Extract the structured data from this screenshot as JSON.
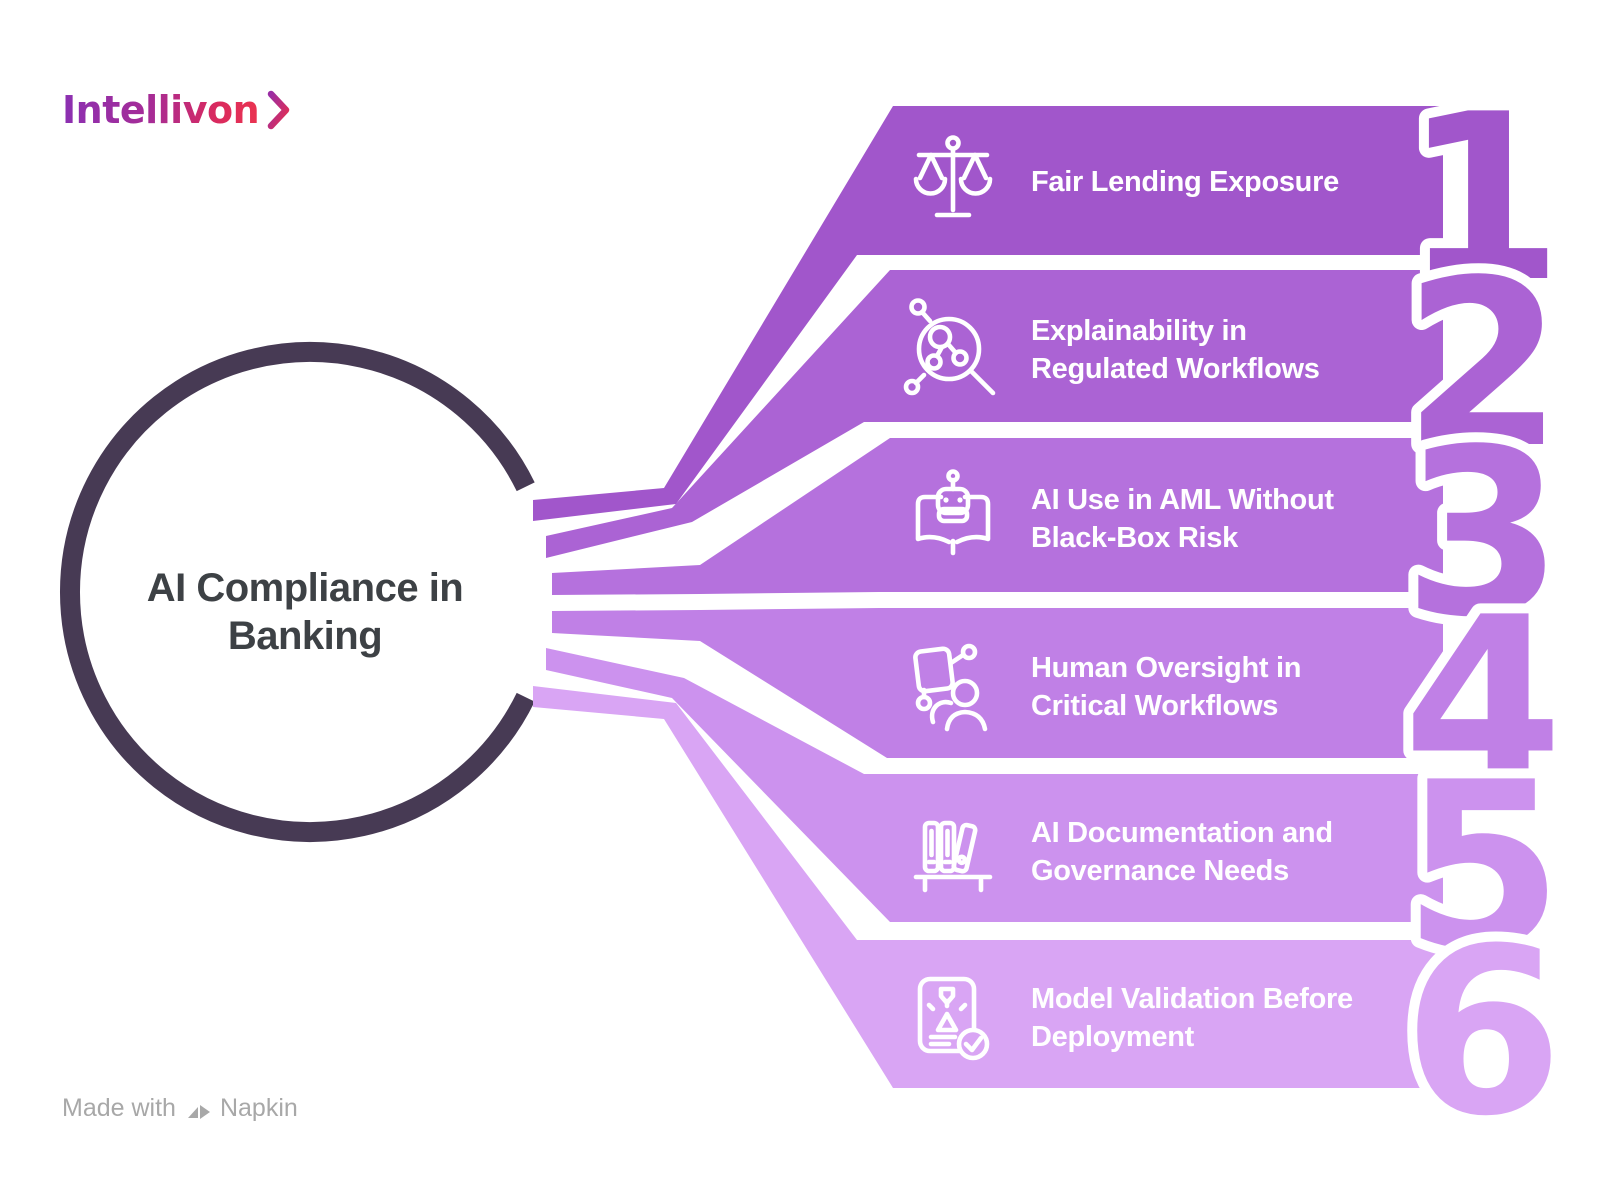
{
  "logo": {
    "text": "Intellivon"
  },
  "center": {
    "title_line1": "AI Compliance in",
    "title_line2": "Banking"
  },
  "items": [
    {
      "number": "1",
      "label_line1": "Fair Lending Exposure",
      "label_line2": "",
      "icon": "balance-scale-icon",
      "color": "#a156cb"
    },
    {
      "number": "2",
      "label_line1": "Explainability in",
      "label_line2": "Regulated Workflows",
      "icon": "magnifier-network-icon",
      "color": "#ab63d4"
    },
    {
      "number": "3",
      "label_line1": "AI Use in AML Without",
      "label_line2": "Black-Box Risk",
      "icon": "robot-book-icon",
      "color": "#b571dd"
    },
    {
      "number": "4",
      "label_line1": "Human Oversight in",
      "label_line2": "Critical Workflows",
      "icon": "human-oversight-icon",
      "color": "#c080e6"
    },
    {
      "number": "5",
      "label_line1": "AI Documentation and",
      "label_line2": "Governance Needs",
      "icon": "bookshelf-icon",
      "color": "#cc92ee"
    },
    {
      "number": "6",
      "label_line1": "Model Validation Before",
      "label_line2": "Deployment",
      "icon": "document-check-icon",
      "color": "#d9a5f4"
    }
  ],
  "footer": {
    "text_prefix": "Made with",
    "brand": "Napkin"
  },
  "colors": {
    "circle_stroke": "#473a54",
    "title_text": "#3d4145",
    "label_text": "#ffffff",
    "background": "#ffffff",
    "footer_text": "#a8a8a8"
  }
}
